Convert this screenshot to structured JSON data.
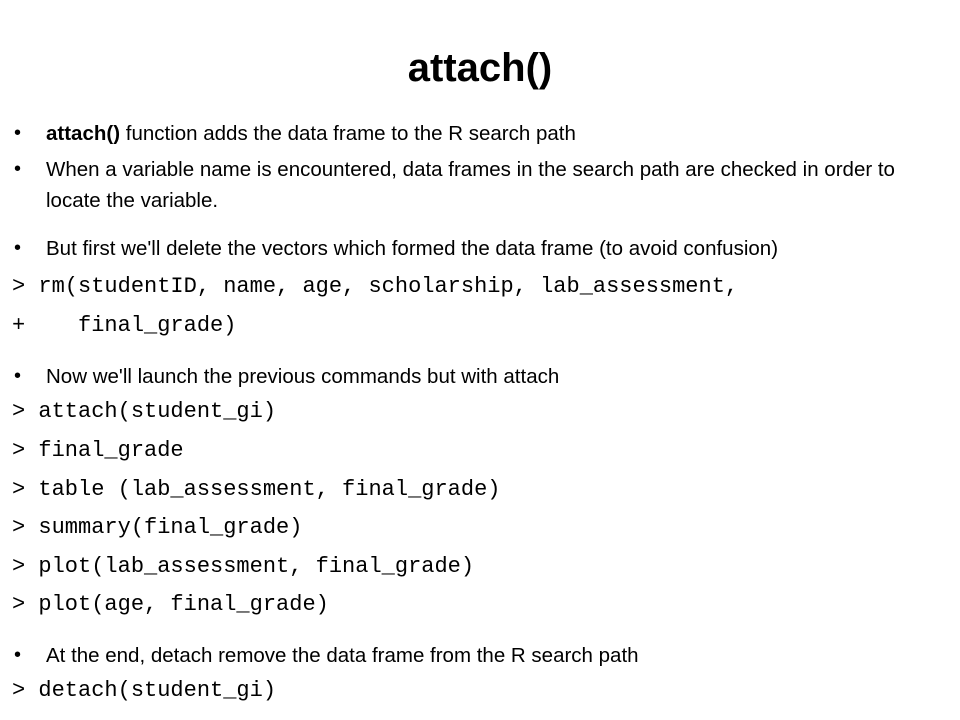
{
  "slide": {
    "title": "attach()",
    "bullet_marker": "•",
    "bullets": [
      {
        "bold": "attach()",
        "text": " function adds the data frame to the R search path"
      },
      {
        "text": "When a variable name is encountered, data frames in the search path are checked in order to locate the variable."
      },
      {
        "text": "But first we'll  delete the vectors which formed the data frame (to avoid confusion)"
      },
      {
        "text": "Now we'll launch the previous commands but with attach"
      },
      {
        "text": "At the end, detach remove the data frame from the R search path"
      }
    ],
    "code": [
      "> rm(studentID, name, age, scholarship, lab_assessment,",
      "+    final_grade)",
      "> attach(student_gi)",
      "> final_grade",
      "> table (lab_assessment, final_grade)",
      "> summary(final_grade)",
      "> plot(lab_assessment, final_grade)",
      "> plot(age, final_grade)",
      "> detach(student_gi)"
    ]
  }
}
